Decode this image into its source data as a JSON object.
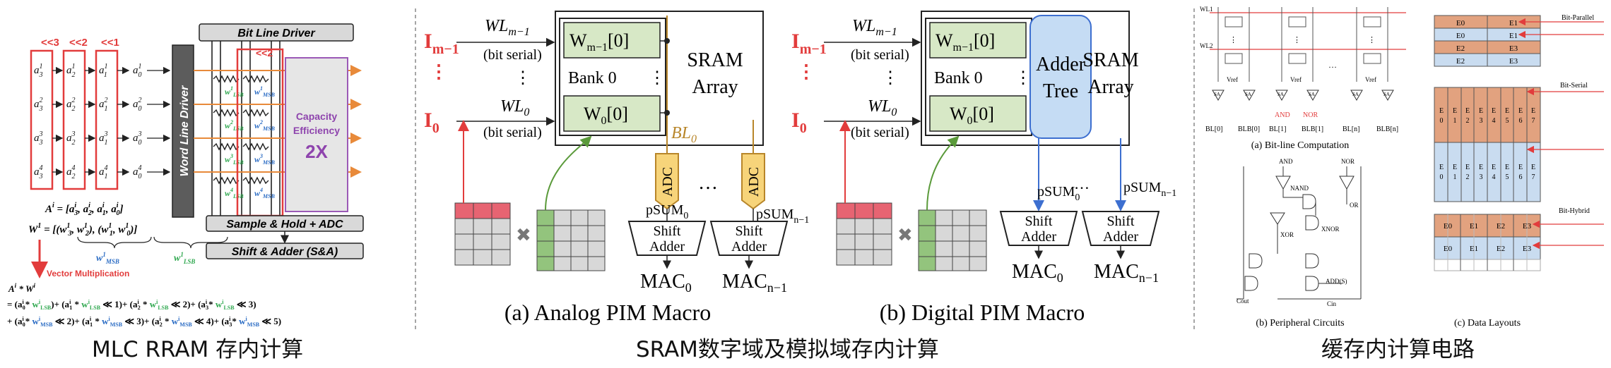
{
  "captions": {
    "mlc": "MLC RRAM 存内计算",
    "sram": "SRAM数字域及模拟域存内计算",
    "cache": "缓存内计算电路"
  },
  "panel1": {
    "shifts": [
      "<<3",
      "<<2",
      "<<1"
    ],
    "bit_line_driver": "Bit Line Driver",
    "word_line_driver": "Word Line Driver",
    "capacity_efficiency": "Capacity Efficiency",
    "capacity_factor": "2X",
    "shift_cell": "<<2",
    "sample_hold": "Sample & Hold + ADC",
    "shift_adder": "Shift & Adder (S&A)",
    "eq_A": "Aⁱ = [a₃ⁱ, a₂ⁱ, a₁ⁱ, a₀ⁱ]",
    "eq_W": "W¹ = [(w₃¹, w₂¹), (w₁¹, w₀¹)]",
    "w_msb": "w¹MSB",
    "w_lsb": "w¹LSB",
    "vector_mult": "Vector Multiplication",
    "eq_prod": "Aⁱ * Wⁱ",
    "eq_line1": "= (a₀ⁱ* wⁱLSB)+ (a₁ⁱ * wⁱLSB ≪ 1)+ (a₂ⁱ * wⁱLSB ≪ 2)+ (a₃ⁱ* wⁱLSB ≪ 3)",
    "eq_line2": "+ (a₀ⁱ* wⁱMSB ≪ 2)+ (a₁ⁱ * wⁱMSB ≪ 3)+ (a₂ⁱ * wⁱMSB ≪ 4)+ (a₃ⁱ* wⁱMSB ≪ 5)"
  },
  "panel2": {
    "wl_top": "WL",
    "wl_top_sub": "m−1",
    "wl_bot": "WL",
    "wl_bot_sub": "0",
    "bit_serial": "(bit serial)",
    "I_top": "I",
    "I_top_sub": "m−1",
    "I_bot": "I",
    "I_bot_sub": "0",
    "w_top": "W",
    "w_top_sub": "m−1",
    "w_top_idx": "[0]",
    "bank": "Bank 0",
    "w_bot": "W",
    "w_bot_sub": "0",
    "w_bot_idx": "[0]",
    "sram": "SRAM",
    "array": "Array",
    "bl": "BL",
    "bl_sub": "0",
    "adc": "ADC",
    "psum0": "pSUM",
    "psum0_sub": "0",
    "psumn": "pSUM",
    "psumn_sub": "n−1",
    "shift": "Shift",
    "adder": "Adder",
    "mac0": "MAC",
    "mac0_sub": "0",
    "macn": "MAC",
    "macn_sub": "n−1",
    "label": "(a) Analog PIM Macro"
  },
  "panel3": {
    "adder_tree_1": "Adder",
    "adder_tree_2": "Tree",
    "label": "(b) Digital PIM Macro"
  },
  "panel4": {
    "wl1": "WL1",
    "wl2": "WL2",
    "vref": "Vref",
    "sa": "SA",
    "and": "AND",
    "nor": "NOR",
    "bl_labels": [
      "BL[0]",
      "BLB[0]",
      "BL[1]",
      "BLB[1]",
      "BL[n]",
      "BLB[n]"
    ],
    "caption_a": "(a) Bit-line Computation",
    "nand": "NAND",
    "or": "OR",
    "xor": "XOR",
    "xnor": "XNOR",
    "adds": "ADD(S)",
    "cout": "Cout",
    "cin": "Cin",
    "caption_b": "(b) Peripheral Circuits"
  },
  "panel5": {
    "bit_parallel": "Bit-Parallel",
    "bit_serial": "Bit-Serial",
    "bit_hybrid": "Bit-Hybrid",
    "parallel_rows": [
      [
        "E0",
        "E1"
      ],
      [
        "E0",
        "E1"
      ],
      [
        "E2",
        "E3"
      ],
      [
        "E2",
        "E3"
      ]
    ],
    "serial_digits": [
      "0",
      "1",
      "2",
      "3",
      "4",
      "5",
      "6",
      "7"
    ],
    "hybrid_rows": [
      [
        "E0",
        "E1",
        "E2",
        "E3"
      ],
      [
        "E0",
        "E1",
        "E2",
        "E3"
      ]
    ],
    "caption_c": "(c) Data Layouts",
    "colors": {
      "orange": "#e2a27f",
      "blue": "#c9dcf0"
    }
  }
}
